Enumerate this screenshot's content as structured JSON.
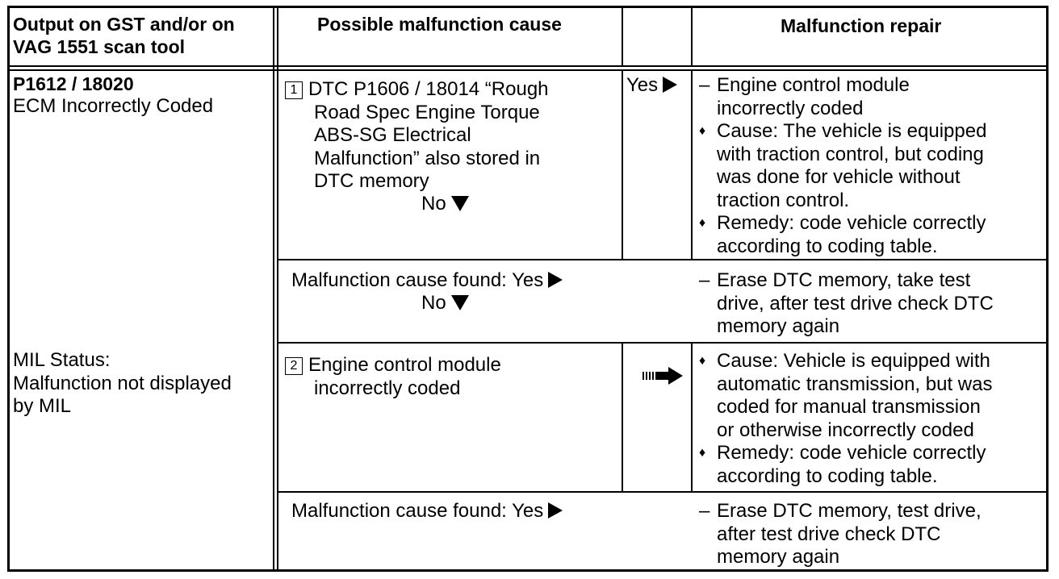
{
  "header": {
    "col1_line1": "Output on GST and/or on",
    "col1_line2": "VAG 1551 scan tool",
    "col2": "Possible malfunction cause",
    "col4": "Malfunction repair"
  },
  "fault": {
    "code": "P1612 / 18020",
    "description": "ECM Incorrectly Coded",
    "mil_line1": "MIL Status:",
    "mil_line2": "Malfunction not displayed",
    "mil_line3": "by MIL"
  },
  "step1": {
    "number": "1",
    "lines": [
      "DTC P1606 / 18014 “Rough",
      "Road Spec Engine Torque",
      "ABS-SG Electrical",
      "Malfunction” also stored in",
      "DTC memory"
    ],
    "no_label": "No",
    "yes_label": "Yes",
    "repair": {
      "dash": "–",
      "intro_lines": [
        "Engine control module",
        "incorrectly coded"
      ],
      "bullet": "♦",
      "cause_lines": [
        "Cause:  The vehicle is equipped",
        "with traction control, but coding",
        "was done for vehicle without",
        "traction control."
      ],
      "remedy_lines": [
        "Remedy:  code vehicle correctly",
        "according to coding table."
      ]
    }
  },
  "found1": {
    "label": "Malfunction cause found:  Yes",
    "no_label": "No",
    "dash": "–",
    "repair_lines": [
      "Erase DTC memory, take test",
      "drive, after test drive check DTC",
      "memory again"
    ]
  },
  "step2": {
    "number": "2",
    "lines": [
      "Engine control module",
      "incorrectly coded"
    ],
    "bullet": "♦",
    "cause_lines": [
      "Cause:  Vehicle is equipped with",
      "automatic transmission, but was",
      "coded for manual transmission",
      "or otherwise incorrectly coded"
    ],
    "remedy_lines": [
      "Remedy:  code vehicle correctly",
      "according to coding table."
    ]
  },
  "found2": {
    "label": "Malfunction cause found:  Yes",
    "dash": "–",
    "repair_lines": [
      "Erase DTC memory, test drive,",
      "after test drive check DTC",
      "memory again"
    ]
  }
}
